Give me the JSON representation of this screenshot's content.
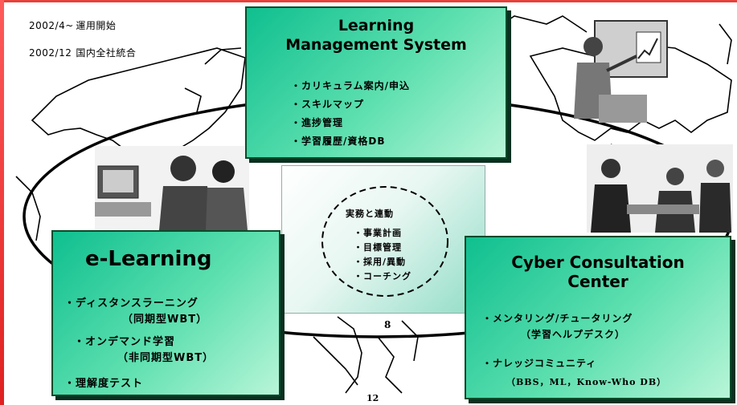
{
  "header_info": [
    {
      "date": "2002/4~",
      "text": "運用開始"
    },
    {
      "date": "2002/12",
      "text": "国内全社統合"
    }
  ],
  "lms": {
    "title_line1": "Learning",
    "title_line2": "Management System",
    "items": [
      "・カリキュラム案内/申込",
      "・スキルマップ",
      "・進捗管理",
      "・学習履歴/資格DB"
    ]
  },
  "elearning": {
    "title": "e-Learning",
    "items": [
      "・ディスタンスラーニング",
      "（同期型WBT）",
      "・オンデマンド学習",
      "（非同期型WBT）",
      "・理解度テスト"
    ]
  },
  "cyber": {
    "title_line1": "Cyber Consultation",
    "title_line2": "Center",
    "items": [
      "・メンタリング/チュータリング",
      "（学習ヘルプデスク）",
      "・ナレッジコミュニティ",
      "（BBS，ML，Know-Who DB）"
    ]
  },
  "center": {
    "heading": "実務と連動",
    "items": [
      "・事業計画",
      "・目標管理",
      "・採用/異動",
      "・コーチング"
    ],
    "small_number": "8"
  },
  "page_number": "12",
  "colors": {
    "accent_red": "#e8403a",
    "box_green": "#0fbf8f",
    "box_border": "#0a4a2a"
  }
}
